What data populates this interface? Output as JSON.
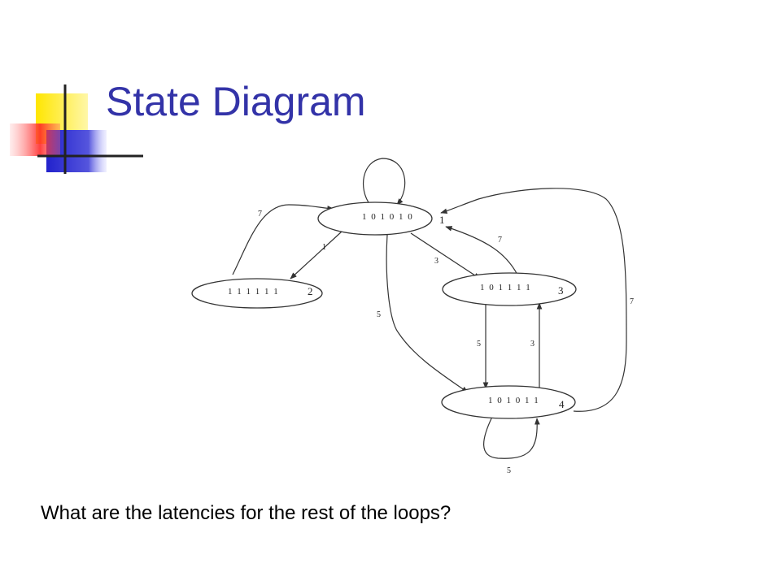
{
  "slide": {
    "title": "State Diagram",
    "caption": "What are the latencies for the rest of the loops?",
    "title_color": "#3333a8"
  },
  "diagram": {
    "states": [
      {
        "id": 1,
        "vector": "1 0 1 0 1 0",
        "number": "1"
      },
      {
        "id": 2,
        "vector": "1 1 1 1 1 1",
        "number": "2"
      },
      {
        "id": 3,
        "vector": "1 0 1 1 1 1",
        "number": "3"
      },
      {
        "id": 4,
        "vector": "1 0 1 0 1 1",
        "number": "4"
      }
    ],
    "edges": [
      {
        "from": 1,
        "to": 1,
        "label": ""
      },
      {
        "from": 1,
        "to": 2,
        "label": "1"
      },
      {
        "from": 2,
        "to": 1,
        "label": "7"
      },
      {
        "from": 1,
        "to": 3,
        "label": "3"
      },
      {
        "from": 3,
        "to": 1,
        "label": "7"
      },
      {
        "from": 1,
        "to": 4,
        "label": "5"
      },
      {
        "from": 3,
        "to": 4,
        "label": "5"
      },
      {
        "from": 4,
        "to": 3,
        "label": "3"
      },
      {
        "from": 4,
        "to": 1,
        "label": "7"
      },
      {
        "from": 4,
        "to": 4,
        "label": "5"
      }
    ]
  }
}
